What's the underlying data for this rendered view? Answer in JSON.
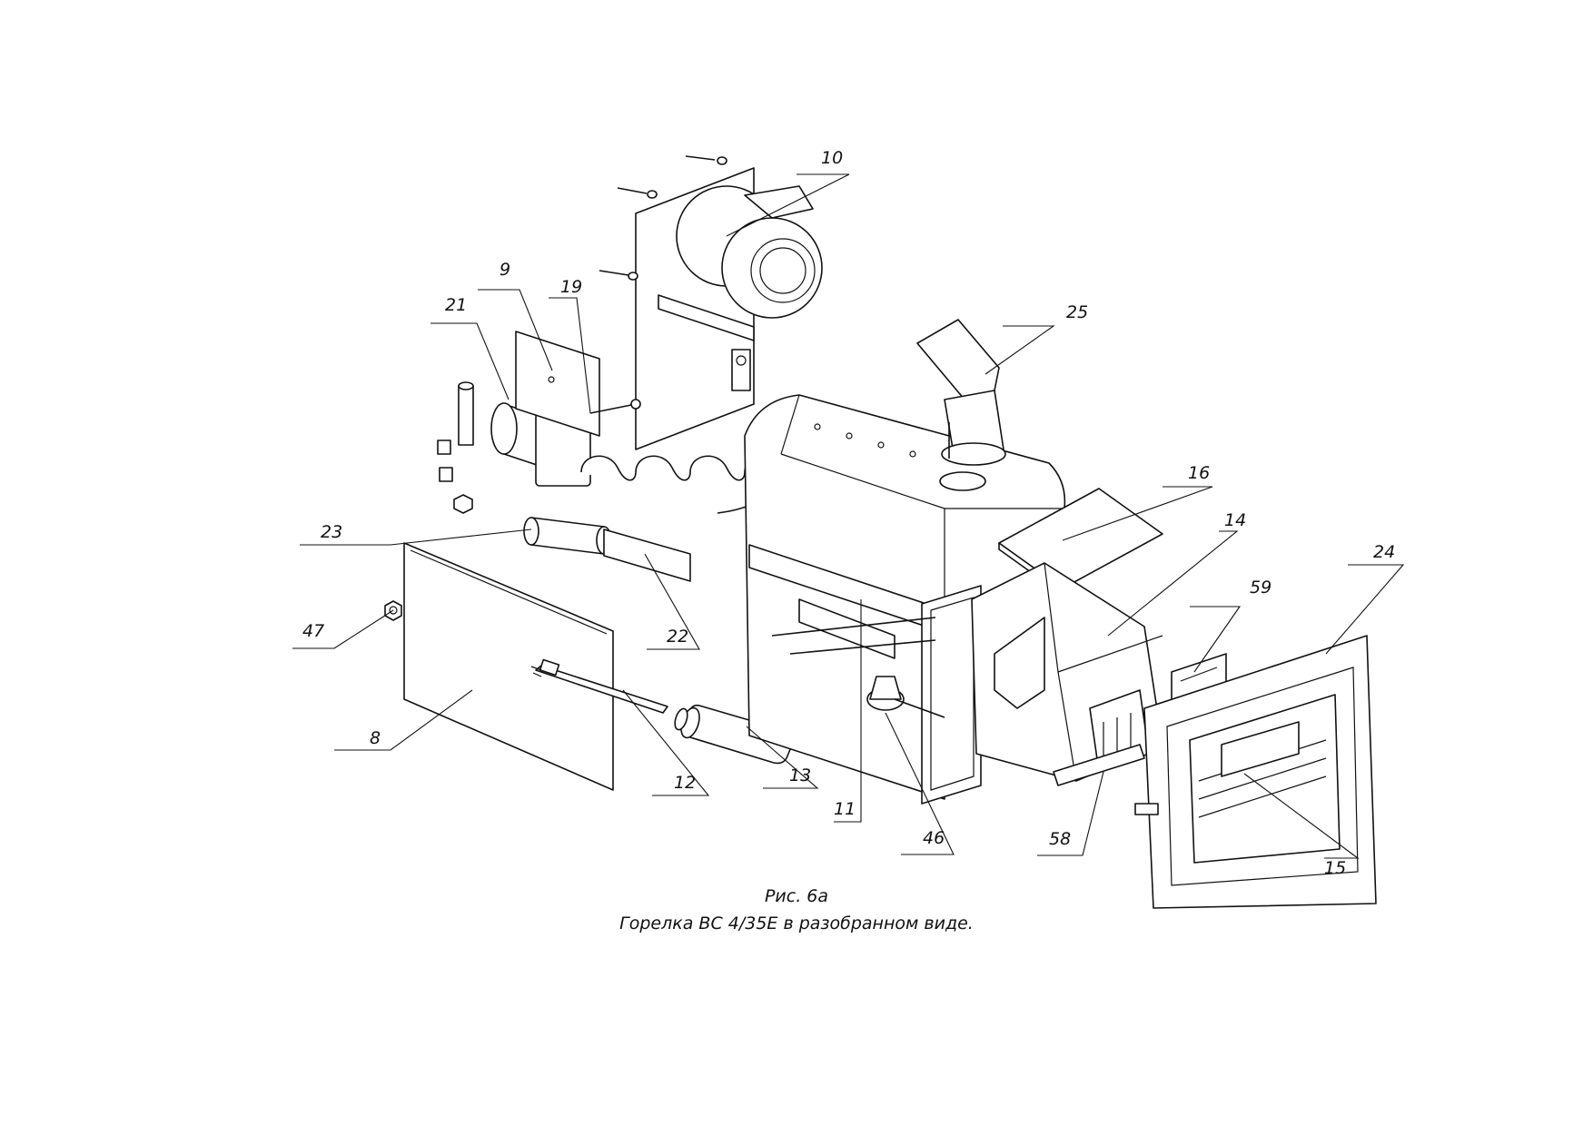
{
  "figure": {
    "caption_number": "Рис. 6а",
    "caption_title": "Горелка ВС 4/35Е в разобранном виде."
  },
  "callouts": {
    "c8": "8",
    "c9": "9",
    "c10": "10",
    "c11": "11",
    "c12": "12",
    "c13": "13",
    "c14": "14",
    "c15": "15",
    "c16": "16",
    "c19": "19",
    "c21": "21",
    "c22": "22",
    "c23": "23",
    "c24": "24",
    "c25": "25",
    "c46": "46",
    "c47": "47",
    "c58": "58",
    "c59": "59"
  }
}
